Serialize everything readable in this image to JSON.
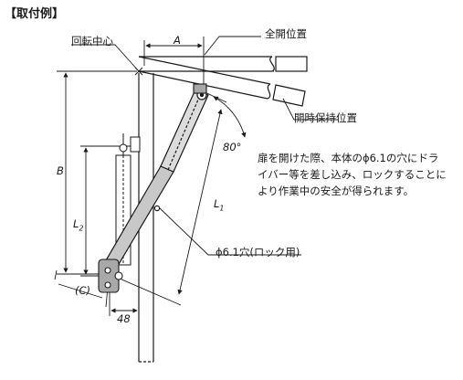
{
  "heading": "【取付例】",
  "labels": {
    "pivot_center": "回転中心",
    "fully_open": "全開位置",
    "open_hold": "開時保持位置",
    "hole": "ϕ6.1穴(ロック用)"
  },
  "dimensions": {
    "a": "A",
    "b": "B",
    "l1": "L",
    "l1_sub": "1",
    "l2": "L",
    "l2_sub": "2",
    "c": "(C)",
    "width_48": "48",
    "angle": "80°"
  },
  "note_lines": [
    "扉を開けた際、本体のϕ6.1の穴にドラ",
    "イバー等を差し込み、ロックすることに",
    "より作業中の安全が得られます。"
  ],
  "colors": {
    "line": "#1a1a1a",
    "stay_fill": "#c8c8c8",
    "bracket_fill": "#a8a8a8"
  }
}
